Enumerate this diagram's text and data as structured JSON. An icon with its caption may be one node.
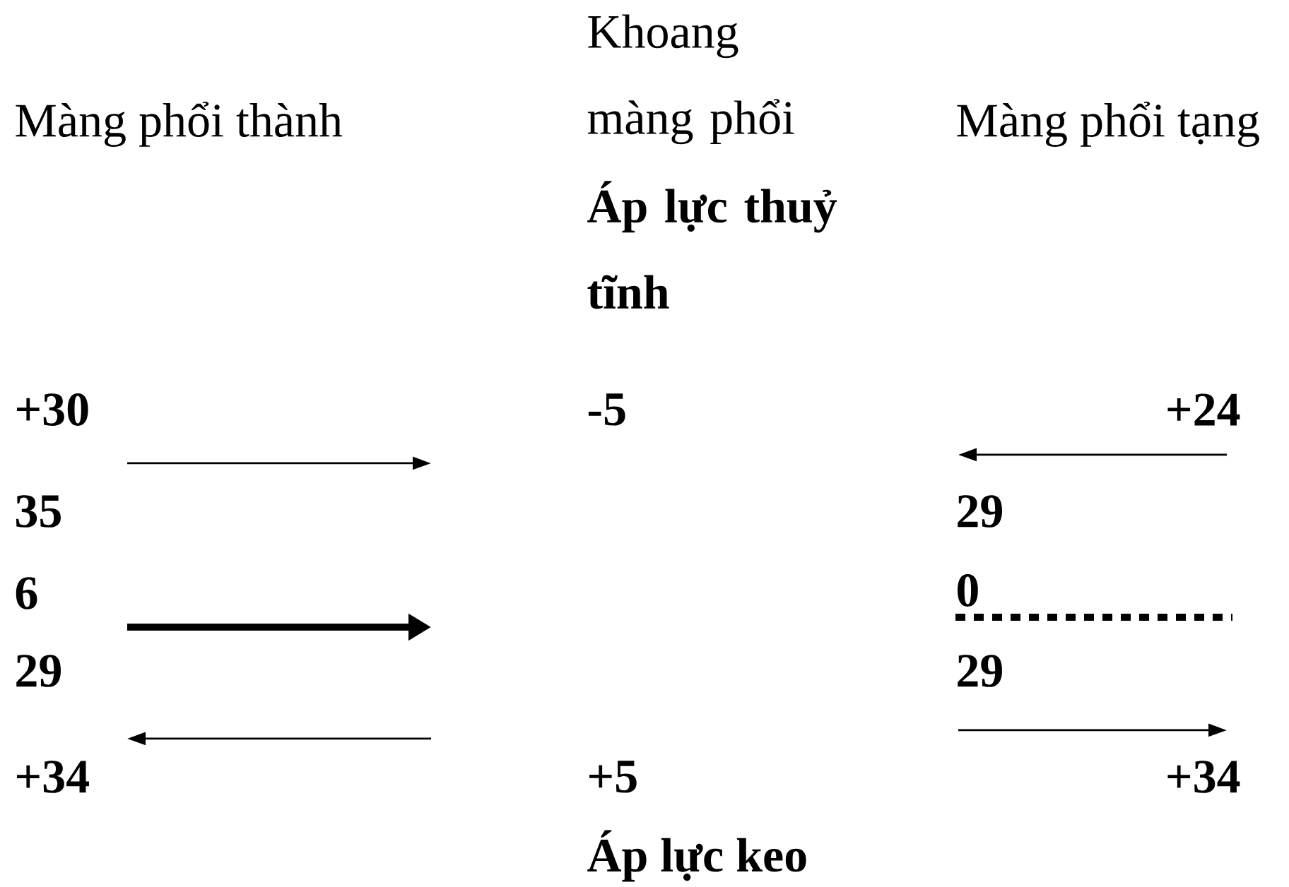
{
  "diagram": {
    "labels": [
      "Màng phổi thành",
      "Khoang màng phổi",
      "Màng phổi tạng",
      "Áp lực thuỷ tĩnh",
      "+30",
      "-5",
      "+24",
      "35",
      "29",
      "6",
      "0",
      "29",
      "29",
      "+34",
      "+5",
      "+34",
      "Áp lực keo"
    ]
  }
}
